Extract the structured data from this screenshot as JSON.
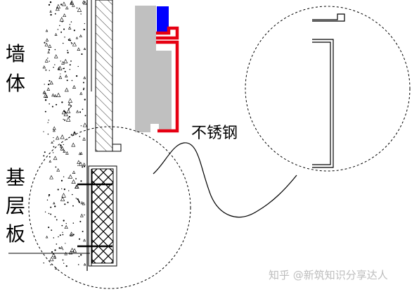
{
  "labels": {
    "wall": "墙体",
    "base_board": "基层板",
    "stainless_steel": "不锈钢"
  },
  "watermark": "知乎 @新筑知识分享达人",
  "colors": {
    "stainless_profile": "#e60012",
    "blue_block": "#0000ff",
    "grey_panel": "#c0c0c0",
    "watermark": "#bdbdbd"
  }
}
